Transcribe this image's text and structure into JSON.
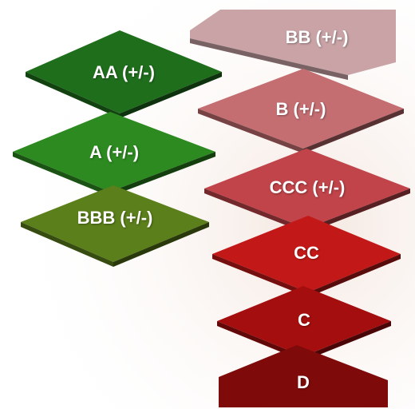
{
  "investment_grade": [
    {
      "label": "AA (+/-)",
      "color": "#1f6e1c"
    },
    {
      "label": "A (+/-)",
      "color": "#2c8a20"
    },
    {
      "label": "BBB (+/-)",
      "color": "#5b7f1a"
    }
  ],
  "speculative_grade": [
    {
      "label": "BB (+/-)",
      "color": "#c9a3a6"
    },
    {
      "label": "B (+/-)",
      "color": "#c46e72"
    },
    {
      "label": "CCC (+/-)",
      "color": "#c0444a"
    },
    {
      "label": "CC",
      "color": "#c31818"
    },
    {
      "label": "C",
      "color": "#a50e0e"
    },
    {
      "label": "D",
      "color": "#7e0a0a"
    }
  ]
}
